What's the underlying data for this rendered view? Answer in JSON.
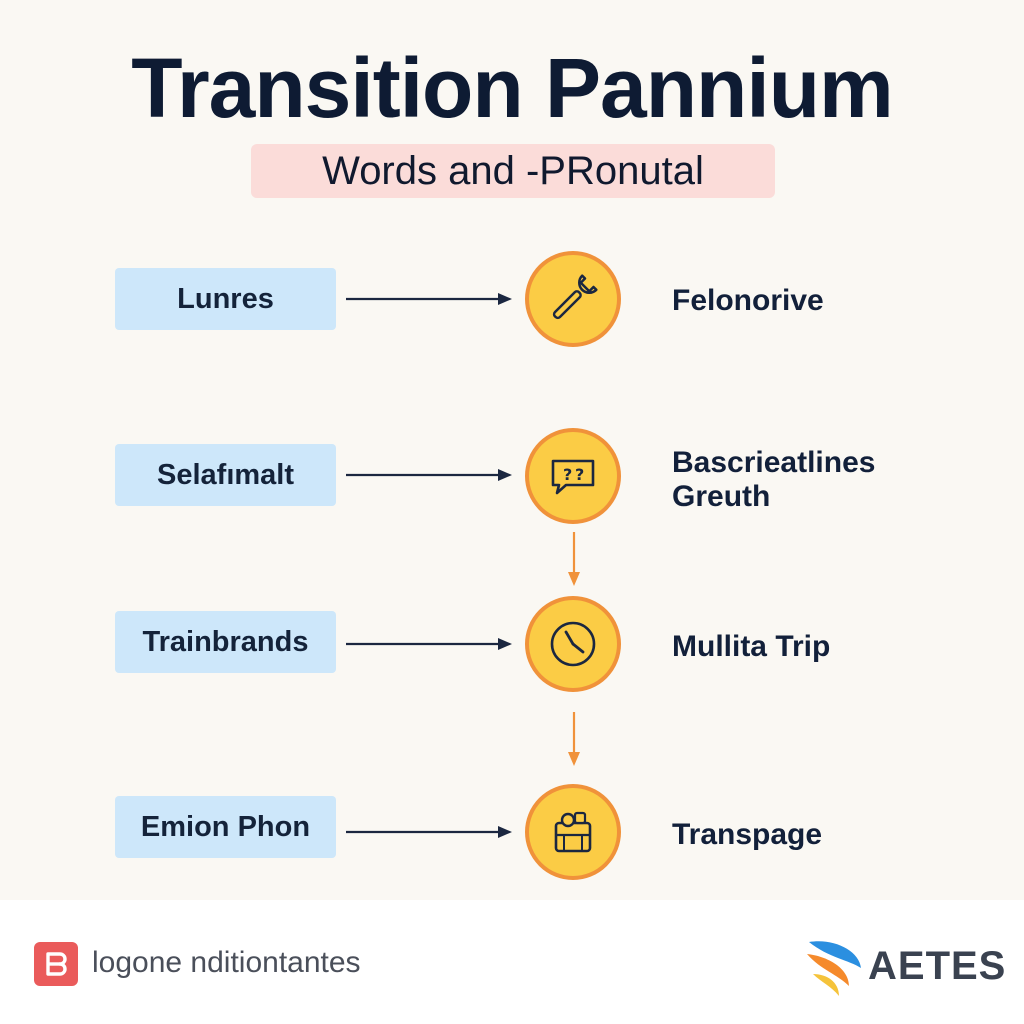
{
  "header": {
    "title": "Transition Pannium",
    "subtitle": "Words and -PRonutal"
  },
  "rows": [
    {
      "left_label": "Lunres",
      "icon": "wrench-icon",
      "right_label": "Felonorive",
      "right_label_line2": ""
    },
    {
      "left_label": "Selafımalt",
      "icon": "speech-bubble-icon",
      "right_label": "Bascrieatlines",
      "right_label_line2": "Greuth"
    },
    {
      "left_label": "Trainbrands",
      "icon": "clock-icon",
      "right_label": "Mullita Trip",
      "right_label_line2": ""
    },
    {
      "left_label": "Emion Phon",
      "icon": "bag-icon",
      "right_label": "Transpage",
      "right_label_line2": ""
    }
  ],
  "footer": {
    "text": "logone nditiontantes",
    "brand": "AETES"
  },
  "colors": {
    "background": "#faf8f3",
    "title": "#0e1b33",
    "subtitle_bg": "#fbdcd9",
    "label_box": "#cde7fa",
    "circle_fill": "#fbcc45",
    "circle_border": "#f0923a",
    "arrow_dark": "#1b2740",
    "arrow_orange": "#f0923a",
    "footer_icon": "#ea5b5b"
  }
}
